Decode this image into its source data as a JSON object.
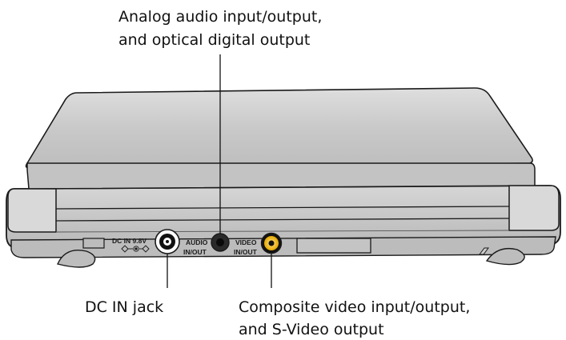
{
  "callouts": {
    "top": {
      "line1": "Analog audio input/output,",
      "line2": "and optical digital output"
    },
    "dc": {
      "line1": "DC IN jack"
    },
    "video": {
      "line1": "Composite video input/output,",
      "line2": "and S-Video output"
    }
  },
  "panel_labels": {
    "dc_in": "DC IN 9.8V",
    "audio_line1": "AUDIO",
    "audio_line2": "IN/OUT",
    "video_line1": "VIDEO",
    "video_line2": "IN/OUT"
  },
  "colors": {
    "body_top": "#d2d2d2",
    "body_front": "#c6c6c6",
    "outline": "#1a1a1a",
    "video_jack": "#f2b400",
    "jack_dark": "#111111"
  }
}
